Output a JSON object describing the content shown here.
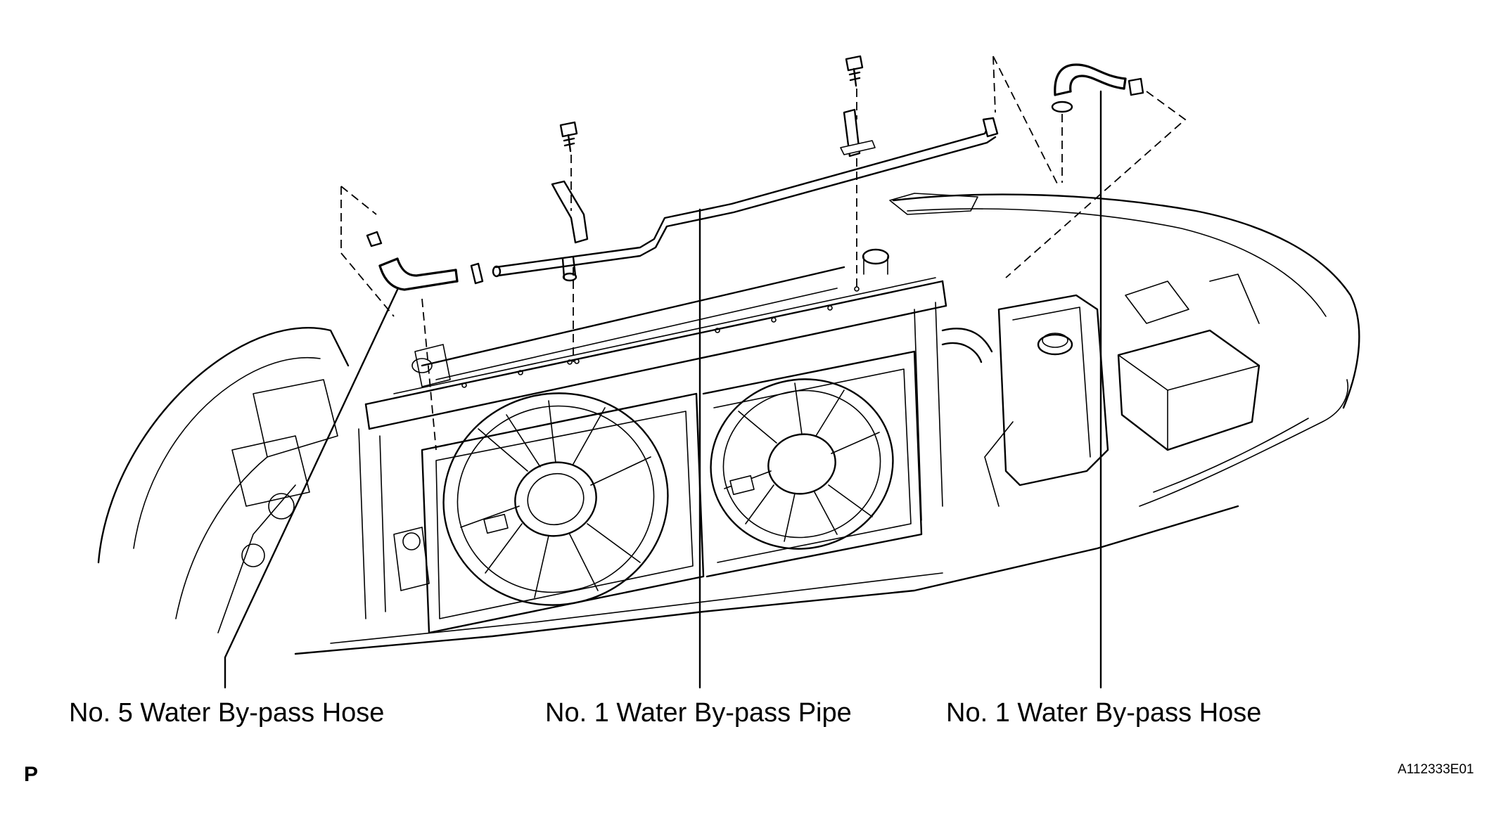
{
  "labels": {
    "no5_hose": "No. 5 Water By-pass Hose",
    "no1_pipe": "No. 1 Water By-pass Pipe",
    "no1_hose": "No. 1 Water By-pass Hose"
  },
  "corner_letter": "P",
  "figure_code": "A112333E01"
}
